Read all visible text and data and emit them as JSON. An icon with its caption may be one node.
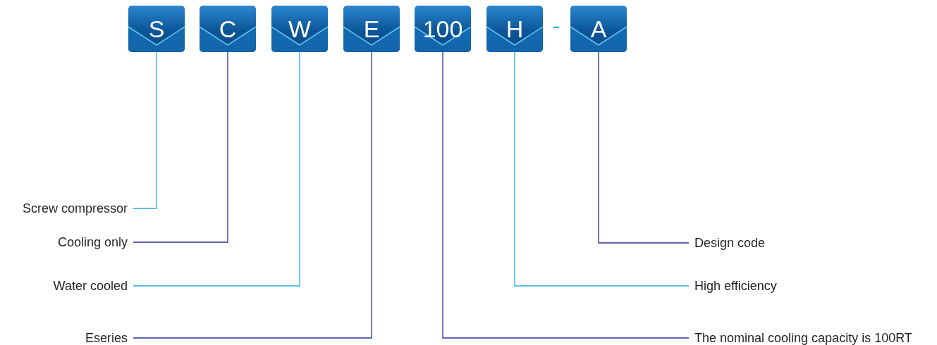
{
  "diagram": {
    "nodes": [
      {
        "text": [
          "S"
        ]
      },
      {
        "text": [
          "C"
        ]
      },
      {
        "text": [
          "W"
        ]
      },
      {
        "text": [
          "E"
        ]
      },
      {
        "text": [
          "100"
        ]
      },
      {
        "text": [
          "H"
        ]
      },
      {
        "text": [
          "A"
        ]
      },
      {
        "text": [
          "Screw compressor"
        ]
      },
      {
        "text": [
          "Cooling only"
        ]
      },
      {
        "text": [
          "Water cooled"
        ]
      },
      {
        "text": [
          "Eseries"
        ]
      },
      {
        "text": [
          "The nominal cooling capacity is 100RT"
        ]
      },
      {
        "text": [
          "High efficiency"
        ]
      },
      {
        "text": [
          "Design code"
        ]
      }
    ],
    "edges": [
      {
        "from": 7,
        "to": 0,
        "arrow": "none",
        "color": "#29abe2"
      },
      {
        "from": 8,
        "to": 1,
        "arrow": "none"
      },
      {
        "from": 9,
        "to": 2,
        "arrow": "none",
        "color": "#29abe2"
      },
      {
        "from": 10,
        "to": 3,
        "arrow": "none"
      },
      {
        "from": 11,
        "to": 4,
        "arrow": "none"
      },
      {
        "from": 12,
        "to": 5,
        "arrow": "none",
        "color": "#29abe2"
      },
      {
        "from": 13,
        "to": 6,
        "arrow": "none"
      }
    ],
    "labels": [
      "-"
    ]
  }
}
